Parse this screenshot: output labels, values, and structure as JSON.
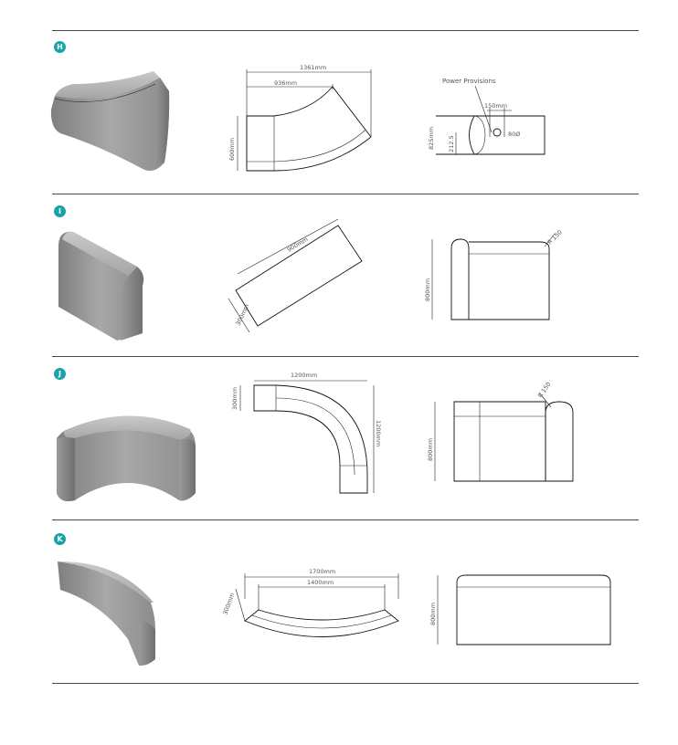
{
  "accent_color": "#17a3a8",
  "sections": [
    {
      "letter": "H",
      "dims": {
        "overall_width": "1361mm",
        "inner_width": "936mm",
        "depth": "600mm",
        "power_label": "Power Provisions",
        "power_width": "150mm",
        "power_diameter": "80Ø",
        "height": "825mm",
        "power_height": "212.5"
      }
    },
    {
      "letter": "I",
      "dims": {
        "length": "900mm",
        "depth": "300mm",
        "height": "800mm",
        "radius": "R 150"
      }
    },
    {
      "letter": "J",
      "dims": {
        "width": "1200mm",
        "depth": "300mm",
        "side": "1200mm",
        "height": "800mm",
        "radius": "R 150"
      }
    },
    {
      "letter": "K",
      "dims": {
        "outer_width": "1700mm",
        "inner_width": "1400mm",
        "depth": "300mm",
        "height": "800mm"
      }
    }
  ]
}
